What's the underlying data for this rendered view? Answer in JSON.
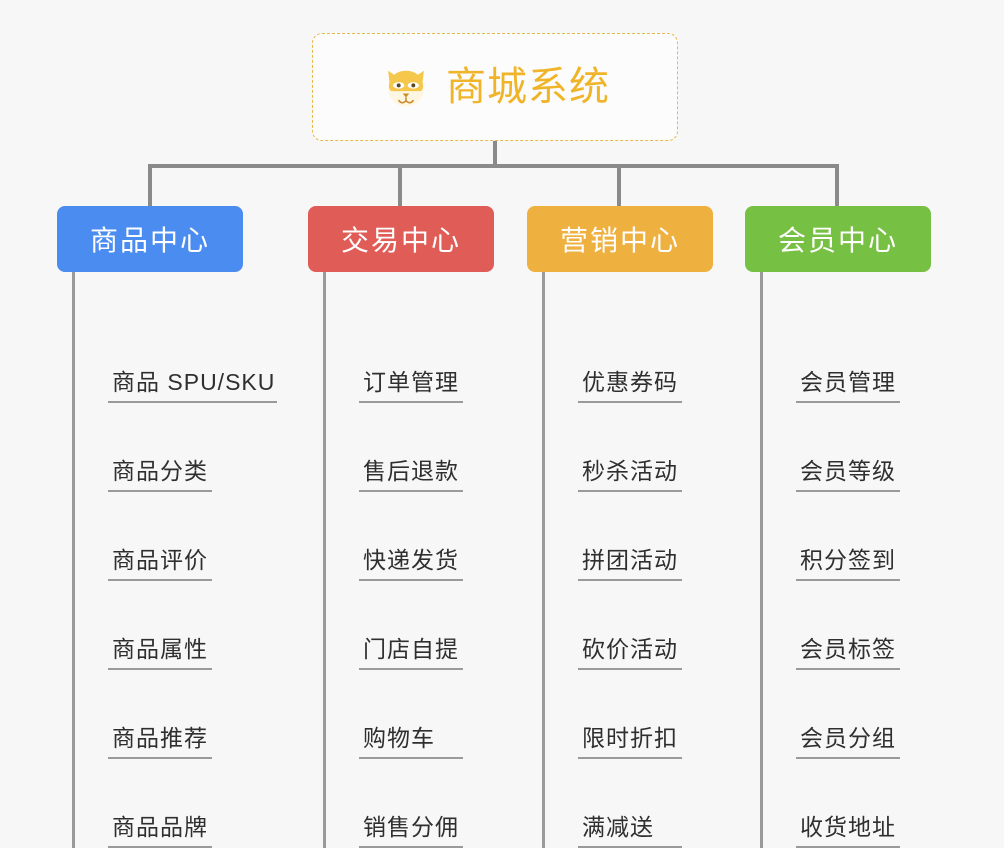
{
  "root": {
    "title": "商城系统",
    "icon": "shiba-dog-icon",
    "accent_color": "#f0b429",
    "border_color": "#e8b84b",
    "background": "#fcfcfc"
  },
  "canvas": {
    "background": "#f7f7f7",
    "connector_color": "#8a8a8a"
  },
  "columns": [
    {
      "title": "商品中心",
      "color": "#4a8cf0",
      "items": [
        "商品 SPU/SKU",
        "商品分类",
        "商品评价",
        "商品属性",
        "商品推荐",
        "商品品牌"
      ]
    },
    {
      "title": "交易中心",
      "color": "#e05c57",
      "items": [
        "订单管理",
        "售后退款",
        "快递发货",
        "门店自提",
        "购物车",
        "销售分佣"
      ]
    },
    {
      "title": "营销中心",
      "color": "#eeb03f",
      "items": [
        "优惠券码",
        "秒杀活动",
        "拼团活动",
        "砍价活动",
        "限时折扣",
        "满减送"
      ]
    },
    {
      "title": "会员中心",
      "color": "#76c043",
      "items": [
        "会员管理",
        "会员等级",
        "积分签到",
        "会员标签",
        "会员分组",
        "收货地址"
      ]
    }
  ]
}
